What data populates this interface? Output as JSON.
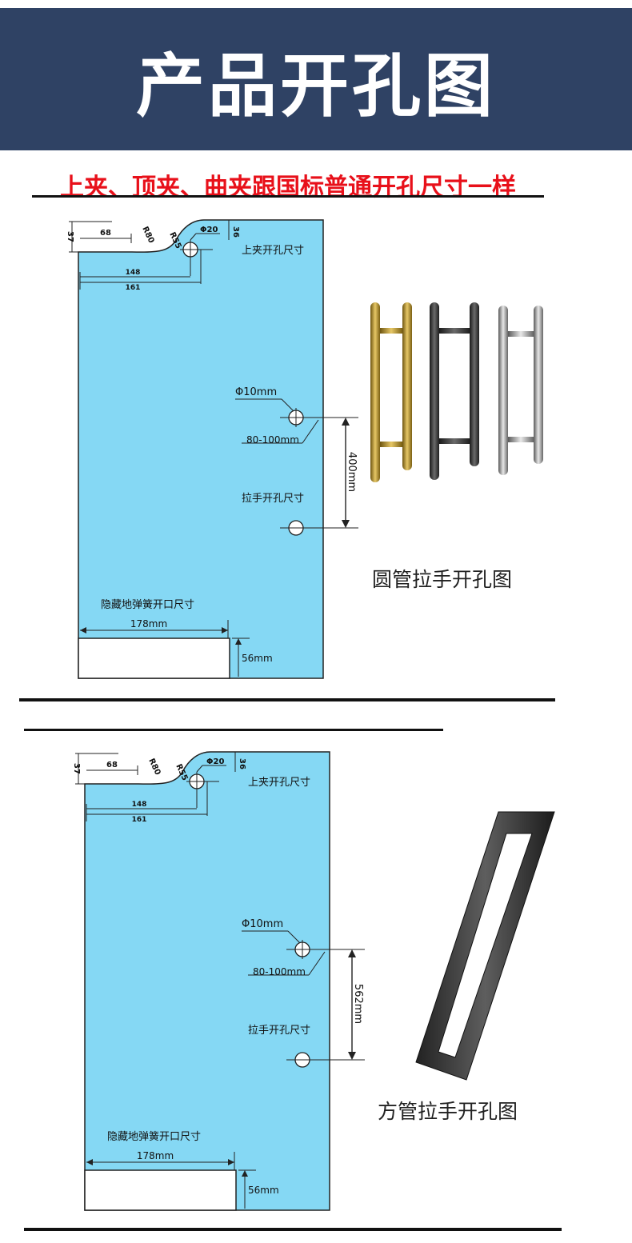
{
  "header": {
    "title": "产品开孔图"
  },
  "subtitle": "上夹、顶夹、曲夹跟国标普通开孔尺寸一样",
  "colors": {
    "header_bg": "#2f4264",
    "glass": "#85d8f4",
    "accent_red": "#e8101a"
  },
  "sections": [
    {
      "dims": {
        "d37": "37",
        "d68": "68",
        "r80": "R80",
        "r55": "R55",
        "phi20": "Φ20",
        "d36": "36",
        "d148": "148",
        "d161": "161",
        "phi10": "Φ10mm",
        "range": "80-100mm",
        "spacing": "400mm",
        "w178": "178mm",
        "h56": "56mm"
      },
      "labels": {
        "top_clamp": "上夹开孔尺寸",
        "handle": "拉手开孔尺寸",
        "floor_spring": "隐藏地弹簧开口尺寸"
      },
      "caption": "圆管拉手开孔图",
      "product": "round-tube-handles"
    },
    {
      "dims": {
        "d37": "37",
        "d68": "68",
        "r80": "R80",
        "r55": "R55",
        "phi20": "Φ20",
        "d36": "36",
        "d148": "148",
        "d161": "161",
        "phi10": "Φ10mm",
        "range": "80-100mm",
        "spacing": "562mm",
        "w178": "178mm",
        "h56": "56mm"
      },
      "labels": {
        "top_clamp": "上夹开孔尺寸",
        "handle": "拉手开孔尺寸",
        "floor_spring": "隐藏地弹簧开口尺寸"
      },
      "caption": "方管拉手开孔图",
      "product": "square-tube-handle"
    }
  ]
}
